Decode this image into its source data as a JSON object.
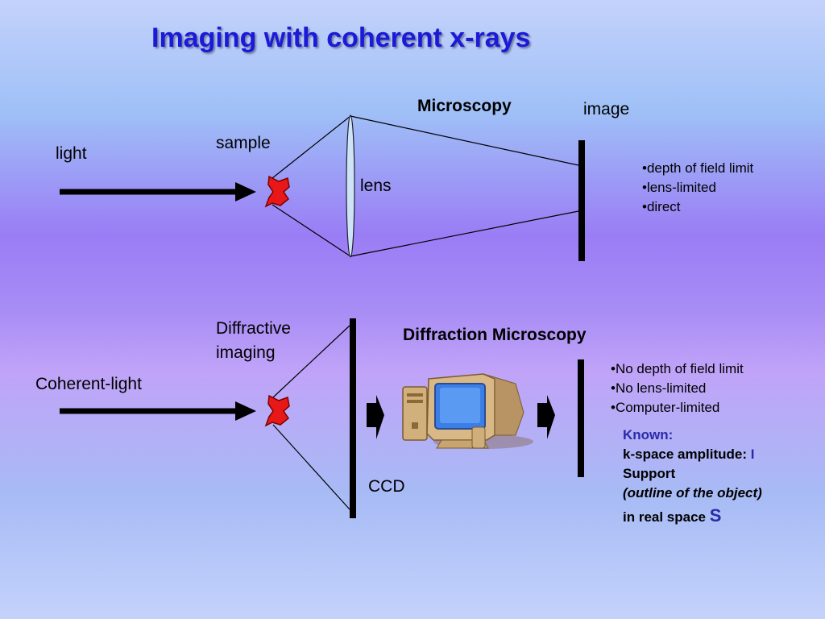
{
  "title": "Imaging with coherent x-rays",
  "top": {
    "heading": "Microscopy",
    "light_label": "light",
    "sample_label": "sample",
    "lens_label": "lens",
    "image_label": "image",
    "bullets": [
      "•depth of field limit",
      "•lens-limited",
      "•direct"
    ]
  },
  "bottom": {
    "heading": "Diffraction Microscopy",
    "light_label": "Coherent-light",
    "diffractive_label_1": "Diffractive",
    "diffractive_label_2": "imaging",
    "ccd_label": "CCD",
    "bullets": [
      "•No depth of field limit",
      "•No lens-limited",
      "•Computer-limited"
    ],
    "known": {
      "heading": "Known:",
      "amp_label": "k-space amplitude:",
      "amp_symbol": "I",
      "support_label": "Support",
      "outline": "(outline of the object)",
      "real_label": "in real space",
      "real_symbol": "S"
    }
  },
  "colors": {
    "title": "#1a1ad8",
    "sample": "#e81818",
    "arrow": "#000000"
  }
}
